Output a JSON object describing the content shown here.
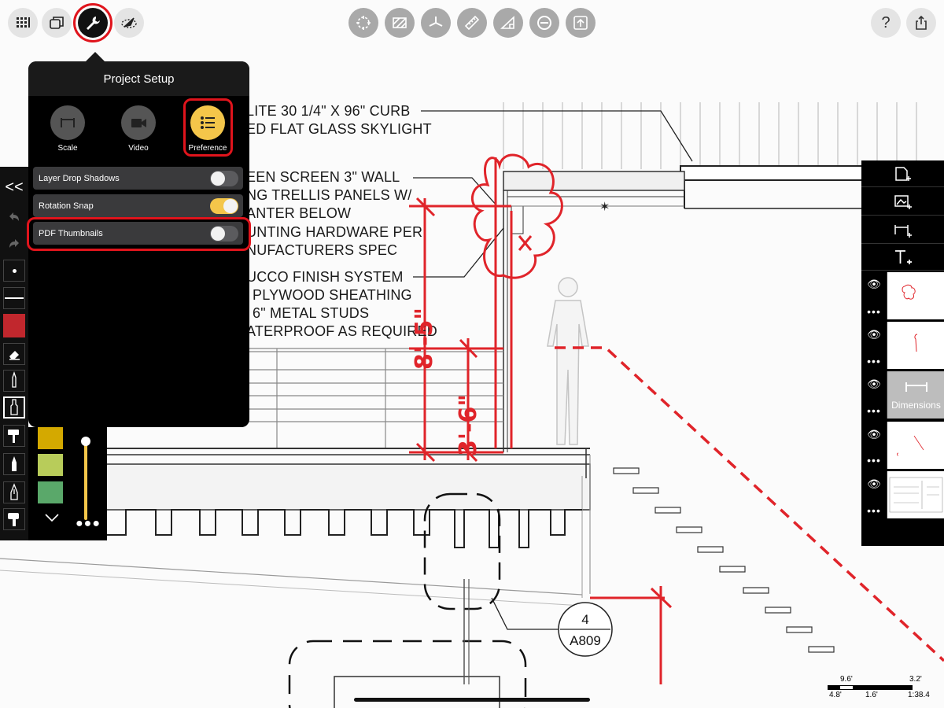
{
  "toolbar": {
    "left_icons": [
      "grid-icon",
      "windows-icon",
      "wrench-icon",
      "compass-icon"
    ],
    "center_icons": [
      "move-select-icon",
      "hatch-icon",
      "angle-icon",
      "ruler-icon",
      "area-icon",
      "stop-icon",
      "upload-icon"
    ],
    "right_icons": [
      "help-icon",
      "share-icon"
    ],
    "help_label": "?",
    "accent": "#e0141c"
  },
  "project_setup": {
    "title": "Project Setup",
    "tabs": [
      {
        "label": "Scale",
        "icon": "scale-icon"
      },
      {
        "label": "Video",
        "icon": "video-icon"
      },
      {
        "label": "Preference",
        "icon": "list-icon",
        "selected": true
      }
    ],
    "settings": [
      {
        "label": "Layer Drop Shadows",
        "on": false
      },
      {
        "label": "Rotation Snap",
        "on": true
      },
      {
        "label": "PDF Thumbnails",
        "on": false
      }
    ],
    "toggle_on_color": "#f4c64a"
  },
  "left_tools": {
    "icons": [
      "collapse-icon",
      "undo-icon",
      "redo-icon",
      "dot-brush-icon",
      "line-weight-icon",
      "color-swatch-icon",
      "eraser-icon",
      "pen-icon",
      "marker-icon",
      "highlighter-icon",
      "pencil-icon",
      "calligraphy-icon",
      "roller-icon"
    ],
    "collapse_label": "<<",
    "active_color": "#c1272d",
    "swatches": [
      "#d4a900",
      "#b8cc5a",
      "#5aa86a"
    ],
    "slider_color": "#f4c64a"
  },
  "layers": {
    "tools": [
      "add-page-icon",
      "add-image-icon",
      "add-dimension-icon",
      "add-text-icon"
    ],
    "items": [
      {
        "thumb": "cloud-markup"
      },
      {
        "thumb": "pin-markup"
      },
      {
        "label": "Dimensions",
        "selected": true
      },
      {
        "thumb": "line-markup"
      },
      {
        "thumb": "drawing-sheet"
      }
    ]
  },
  "drawing": {
    "notes": [
      "LITE 30 1/4\" X 96\" CURB",
      "ED FLAT GLASS SKYLIGHT",
      "EEN SCREEN 3\" WALL",
      "NG TRELLIS PANELS W/",
      "ANTER BELOW",
      "UNTING HARDWARE PER",
      "NUFACTURERS SPEC",
      "UCCO FINISH SYSTEM",
      "PLYWOOD SHEATHING",
      "6\" METAL STUDS",
      "ATERPROOF AS REQUIRED"
    ],
    "dimension_a": "8'-5\"",
    "dimension_b": "3'-6\"",
    "callout_number": "4",
    "callout_sheet": "A809",
    "markup_color": "#e0242a"
  },
  "scale_bar": {
    "top_left": "9.6'",
    "top_right": "3.2'",
    "bottom_left": "4.8'",
    "bottom_mid": "1.6'",
    "ratio": "1:38.4"
  }
}
